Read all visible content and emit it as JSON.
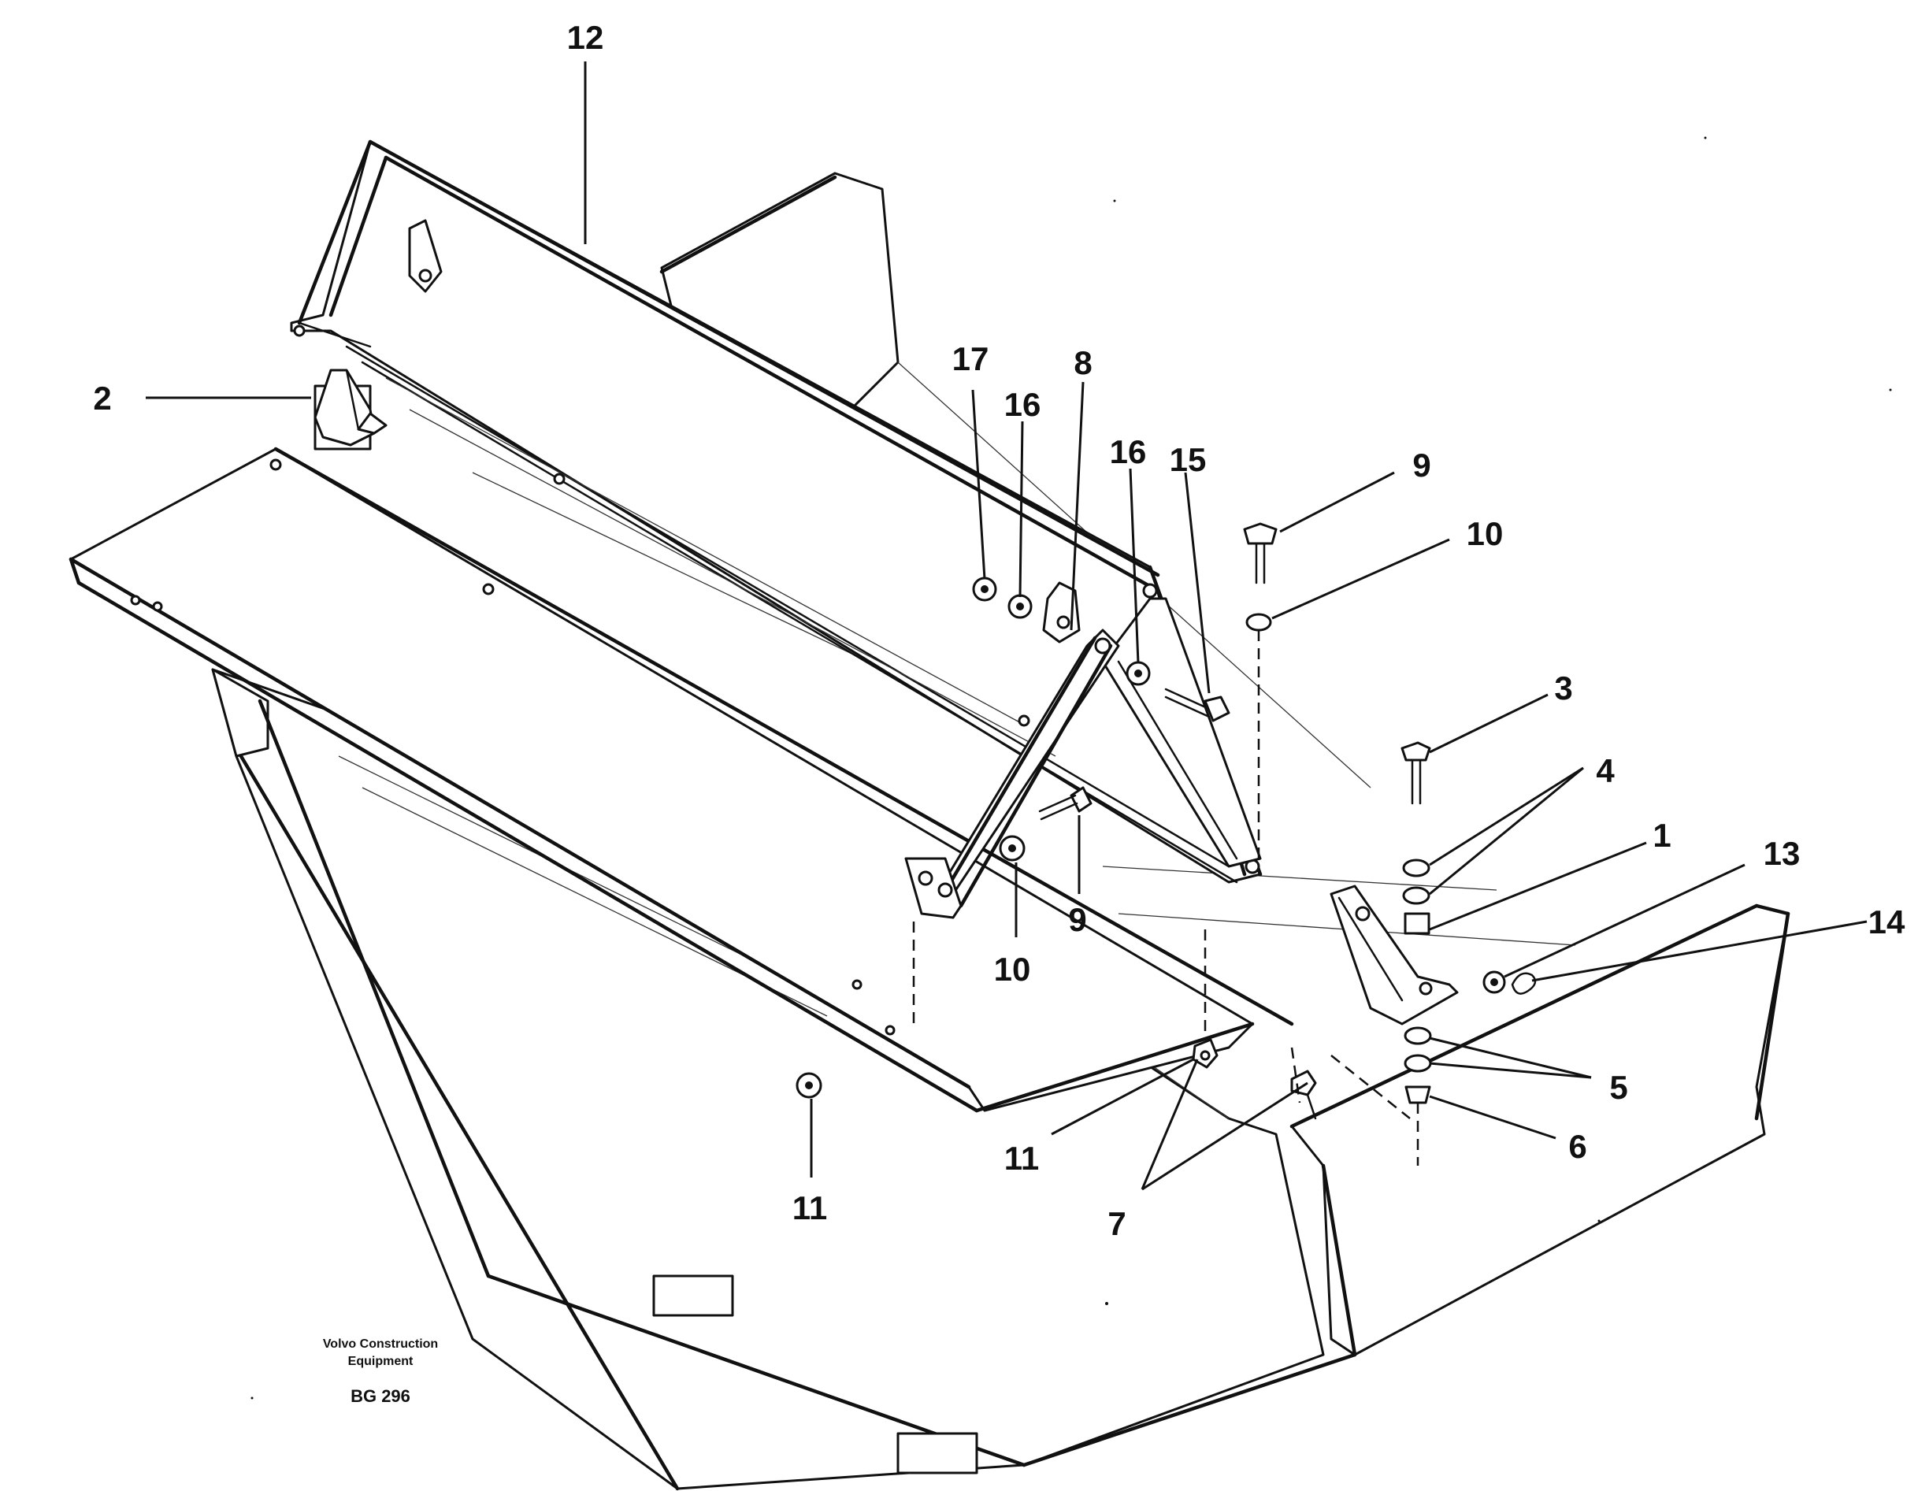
{
  "diagram": {
    "callouts": {
      "c1": "1",
      "c2": "2",
      "c3": "3",
      "c4": "4",
      "c5": "5",
      "c6": "6",
      "c7": "7",
      "c8": "8",
      "c9a": "9",
      "c9b": "9",
      "c10a": "10",
      "c10b": "10",
      "c11a": "11",
      "c11b": "11",
      "c12": "12",
      "c13": "13",
      "c14": "14",
      "c15": "15",
      "c16a": "16",
      "c16b": "16",
      "c17": "17"
    },
    "credit_line1": "Volvo Construction",
    "credit_line2": "Equipment",
    "doc_id": "BG 296"
  }
}
